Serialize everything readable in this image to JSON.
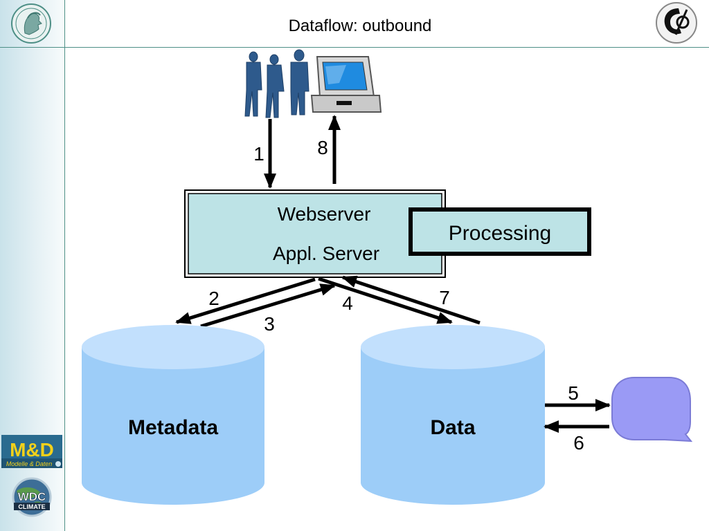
{
  "header": {
    "title": "Dataflow: outbound"
  },
  "logos": {
    "md_main": "M&D",
    "md_sub": "Modelle & Daten",
    "wdc_main": "WDC",
    "wdc_sub": "CLIMATE"
  },
  "diagram": {
    "server_line1": "Webserver",
    "server_line2": "Appl. Server",
    "processing": "Processing",
    "metadata": "Metadata",
    "data": "Data",
    "steps": [
      "1",
      "2",
      "3",
      "4",
      "5",
      "6",
      "7",
      "8"
    ]
  },
  "colors": {
    "server_fill": "#bde3e6",
    "cylinder_side": "#9dcdf8",
    "cylinder_top": "#c2e0fd",
    "people": "#2e5a8c",
    "bubble": "#9a9af5",
    "rule": "#4d8f86"
  },
  "icons": [
    "people-icon",
    "computer-icon",
    "speech-bubble-icon",
    "mpg-logo-icon",
    "institute-logo-icon",
    "md-logo-icon",
    "wdc-climate-logo-icon"
  ]
}
